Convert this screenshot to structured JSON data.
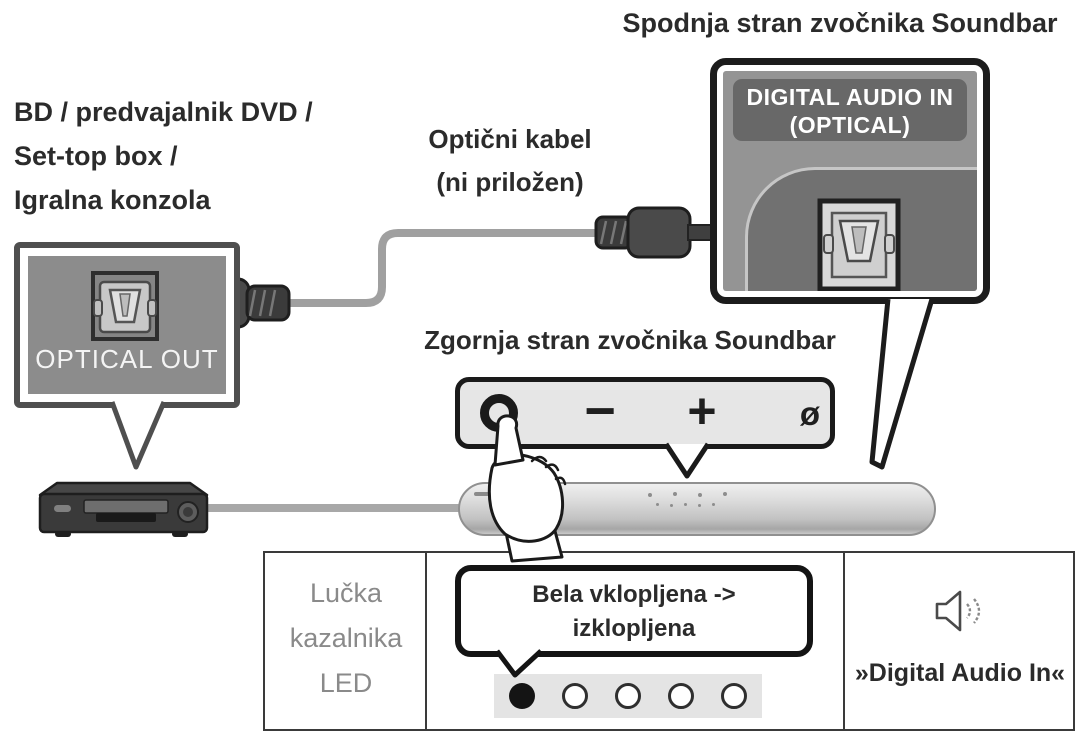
{
  "diagram": {
    "bottom_side_label": "Spodnja stran zvočnika Soundbar",
    "top_side_label": "Zgornja stran zvočnika Soundbar",
    "source_device_lines": [
      "BD / predvajalnik DVD /",
      "Set-top box /",
      "Igralna konzola"
    ],
    "cable_label_lines": [
      "Optični kabel",
      "(ni priložen)"
    ],
    "optical_out_label": "OPTICAL OUT",
    "digital_audio_in_lines": [
      "DIGITAL AUDIO IN",
      "(OPTICAL)"
    ],
    "control_panel": {
      "minus": "−",
      "plus": "+",
      "mic_off": "ø"
    }
  },
  "table": {
    "row_label_lines": [
      "Lučka",
      "kazalnika",
      "LED"
    ],
    "led_callout_lines": [
      "Bela vklopljena ->",
      "izklopljena"
    ],
    "led_states": [
      "on",
      "off",
      "off",
      "off",
      "off"
    ],
    "mode_label": "»Digital Audio In«"
  },
  "colors": {
    "text": "#2b2b2b",
    "muted_text": "#8a8a8a",
    "panel_gray": "#8c8c8c",
    "outline_dark": "#1a1a1a",
    "cable_gray": "#a0a0a0"
  }
}
